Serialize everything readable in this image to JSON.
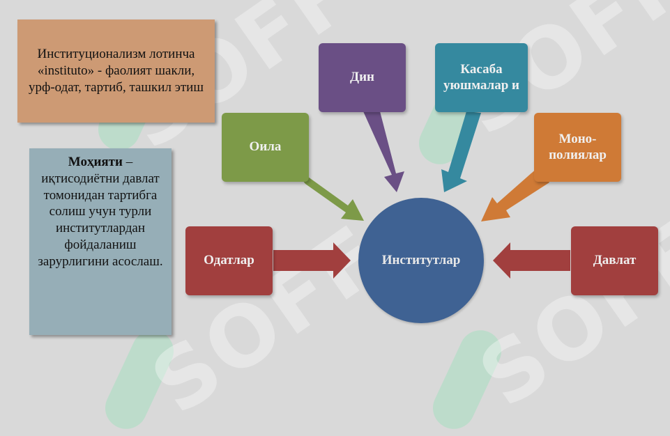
{
  "definition_box": {
    "text": "Институционализм лотинча «instituto» - фаолият шакли, урф-одат, тартиб, ташкил этиш"
  },
  "essence_box": {
    "term": "Моҳияти",
    "text": " – иқтисодиётни давлат томонидан тартибга солиш учун турли институтлардан фойдаланиш зарурлигини асослаш."
  },
  "center": {
    "label": "Институтлар",
    "color": "#3f6293"
  },
  "nodes": {
    "family": {
      "label": "Оила",
      "color": "#7d9a48"
    },
    "religion": {
      "label": "Дин",
      "color": "#6a4f85"
    },
    "unions": {
      "label": "Касаба уюшмалар и",
      "color": "#35899f"
    },
    "monopolies": {
      "label": "Моно-полиялар",
      "color": "#cf7a36"
    },
    "customs": {
      "label": "Одатлар",
      "color": "#a13f3e"
    },
    "state": {
      "label": "Давлат",
      "color": "#a13f3e"
    }
  },
  "watermark": "SOFF"
}
